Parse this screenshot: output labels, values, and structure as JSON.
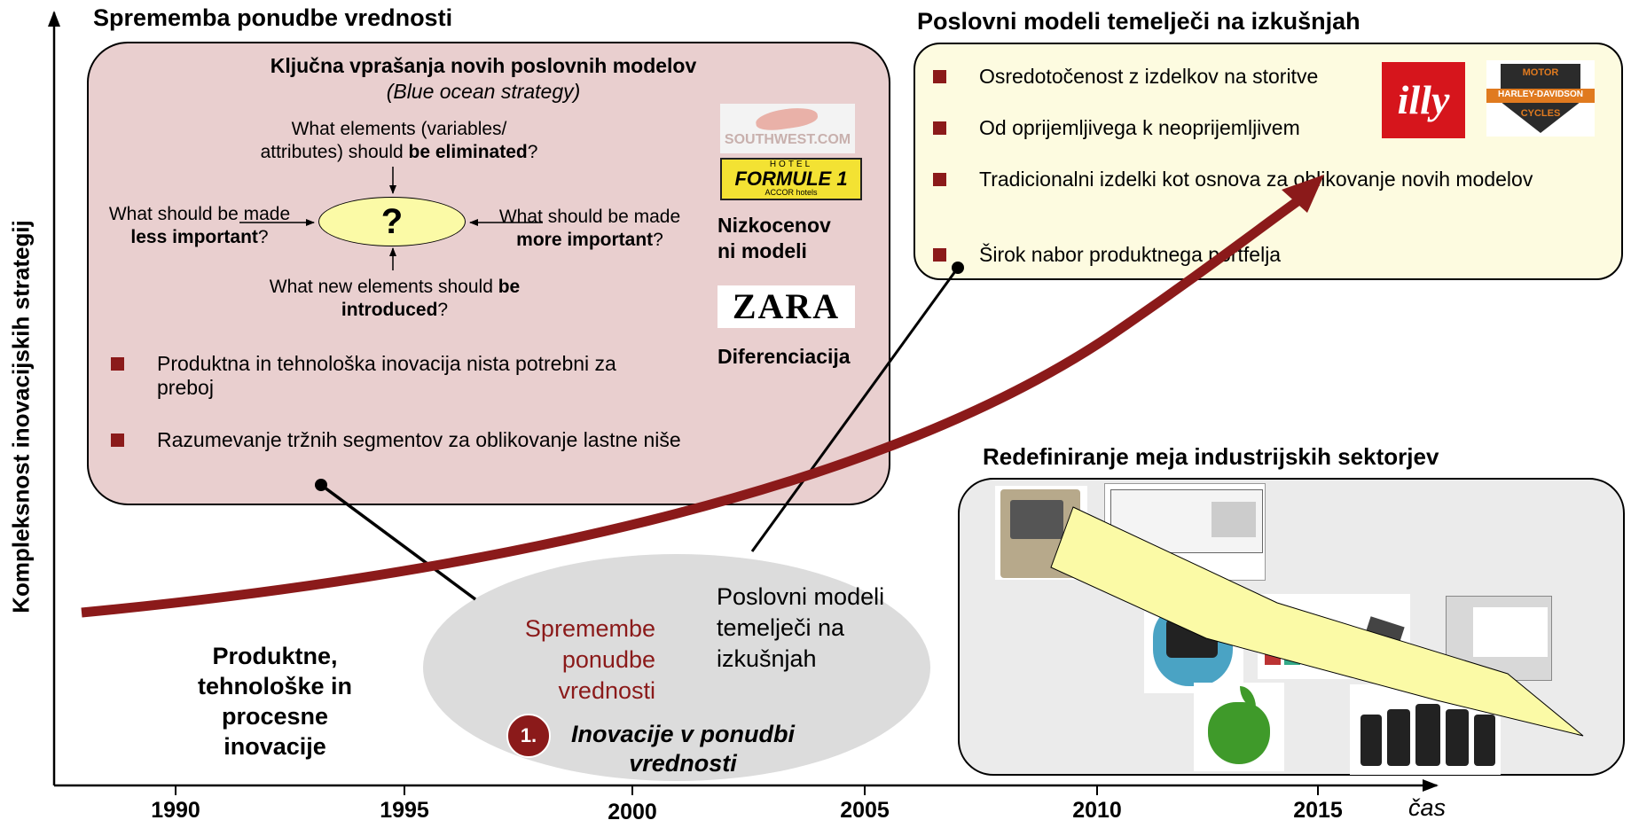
{
  "axis": {
    "y_label": "Kompleksnost inovacijskih strategij",
    "x_label": "čas",
    "years": [
      "1990",
      "1995",
      "2000",
      "2005",
      "2010",
      "2015"
    ]
  },
  "left_panel": {
    "header": "Sprememba ponudbe vrednosti",
    "title": "Ključna vprašanja novih poslovnih modelov",
    "subtitle": "(Blue ocean strategy)",
    "q_top_1": "What elements (variables/",
    "q_top_2": "attributes) should ",
    "q_top_bold": "be eliminated",
    "q_top_end": "?",
    "q_left_1": "What should be made",
    "q_left_bold": "less important",
    "q_left_end": "?",
    "q_right_1": "What should be made",
    "q_right_bold": "more important",
    "q_right_end": "?",
    "q_bottom_1": "What new elements should ",
    "q_bottom_bold1": "be",
    "q_bottom_bold2": "introduced",
    "q_bottom_end": "?",
    "center": "?",
    "logos": {
      "southwest": "SOUTHWEST.COM",
      "formule": "FORMULE 1",
      "formule_sub": "HOTEL",
      "formule_brand": "ACCOR hotels",
      "zara": "ZARA"
    },
    "lowcost_label": "Nizkocenov ni modeli",
    "diff_label": "Diferenciacija",
    "bullets": [
      "Produktna in tehnološka inovacija nista potrebni za preboj",
      "Razumevanje tržnih segmentov za oblikovanje lastne niše"
    ]
  },
  "right_top_panel": {
    "header": "Poslovni modeli temelječi na izkušnjah",
    "bullets": [
      "Osredotočenost z izdelkov na storitve",
      "Od oprijemljivega k neoprijemljivem",
      "Tradicionalni izdelki kot osnova za oblikovanje novih modelov",
      "Širok nabor produktnega portfelja"
    ],
    "logo_illy": "illy",
    "logo_hd": "HARLEY-DAVIDSON",
    "logo_hd_top": "MOTOR",
    "logo_hd_bottom": "CYCLES"
  },
  "right_bottom_panel": {
    "header": "Redefiniranje meja industrijskih sektorjev"
  },
  "bottom": {
    "left_text": "Produktne, tehnološke in procesne inovacije",
    "ellipse_left": "Spremembe ponudbe vrednosti",
    "ellipse_right": "Poslovni modeli temelječi na izkušnjah",
    "badge": "1.",
    "ellipse_title": "Inovacije v ponudbi vrednosti"
  },
  "colors": {
    "left_panel_bg": "#e9cfcf",
    "right_panel_bg": "#fdfbe0",
    "bottom_panel_bg": "#ebebeb",
    "curve": "#8b1a1a",
    "bullet": "#8b1a1a",
    "ellipse": "#dcdcdc",
    "center_ellipse": "#fbfaa6"
  }
}
